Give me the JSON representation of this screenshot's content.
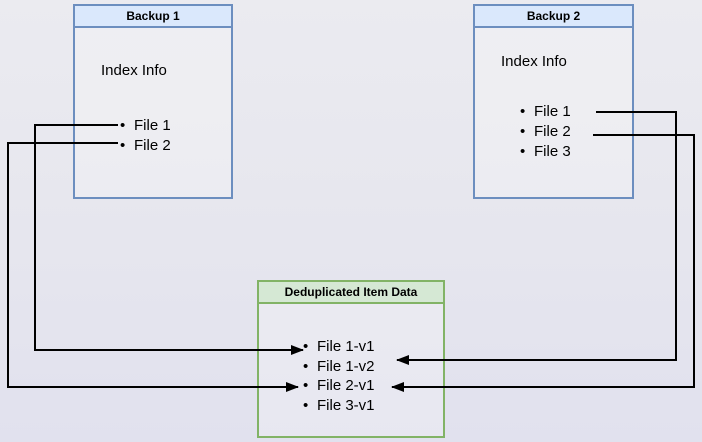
{
  "backup1": {
    "title": "Backup 1",
    "label": "Index Info",
    "files": [
      "File 1",
      "File 2"
    ]
  },
  "backup2": {
    "title": "Backup 2",
    "label": "Index Info",
    "files": [
      "File 1",
      "File 2",
      "File 3"
    ]
  },
  "dedup": {
    "title": "Deduplicated Item Data",
    "items": [
      "File 1-v1",
      "File 1-v2",
      "File 2-v1",
      "File 3-v1"
    ]
  },
  "connections": [
    {
      "from": "Backup 1 / File 1",
      "to": "File 1-v1"
    },
    {
      "from": "Backup 1 / File 2",
      "to": "File 2-v1"
    },
    {
      "from": "Backup 2 / File 1",
      "to": "File 1-v2"
    },
    {
      "from": "Backup 2 / File 2",
      "to": "File 2-v1"
    }
  ],
  "colors": {
    "backup_header_fill": "#dae8fc",
    "backup_border": "#6c8ebf",
    "dedup_header_fill": "#d5e8d4",
    "dedup_border": "#82b366",
    "connector": "#000000",
    "page_background": "#e5e5ee"
  }
}
